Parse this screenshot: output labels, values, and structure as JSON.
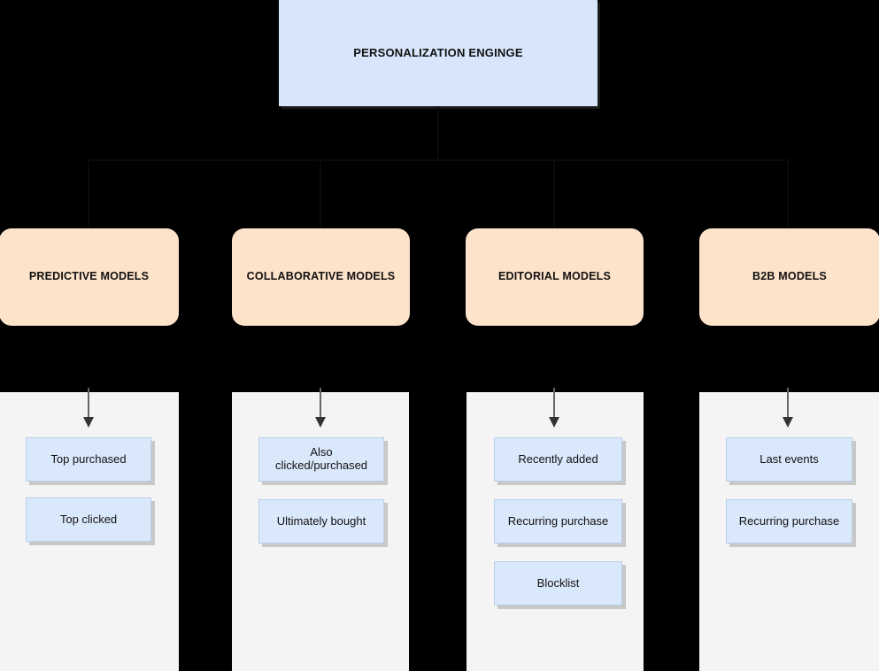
{
  "diagram": {
    "title": "PERSONALIZATION ENGINGE",
    "background_color": "#000000",
    "root": {
      "label": "PERSONALIZATION ENGINGE",
      "fill": "#d7e6fb"
    },
    "colors": {
      "root_fill": "#d7e6fb",
      "category_fill": "#fde3ca",
      "panel_fill": "#f4f4f4",
      "leaf_fill": "#dae8fc",
      "leaf_border": "#b9cfe8",
      "arrow": "#666666",
      "text": "#111111"
    },
    "columns": [
      {
        "category": "PREDICTIVE MODELS",
        "items": [
          {
            "label": "Top purchased"
          },
          {
            "label": "Top clicked"
          }
        ]
      },
      {
        "category": "COLLABORATIVE MODELS",
        "items": [
          {
            "label": "Also clicked/purchased"
          },
          {
            "label": "Ultimately bought"
          }
        ]
      },
      {
        "category": "EDITORIAL MODELS",
        "items": [
          {
            "label": "Recently added"
          },
          {
            "label": "Recurring purchase"
          },
          {
            "label": "Blocklist"
          }
        ]
      },
      {
        "category": "B2B MODELS",
        "items": [
          {
            "label": "Last events"
          },
          {
            "label": "Recurring purchase"
          }
        ]
      }
    ]
  }
}
